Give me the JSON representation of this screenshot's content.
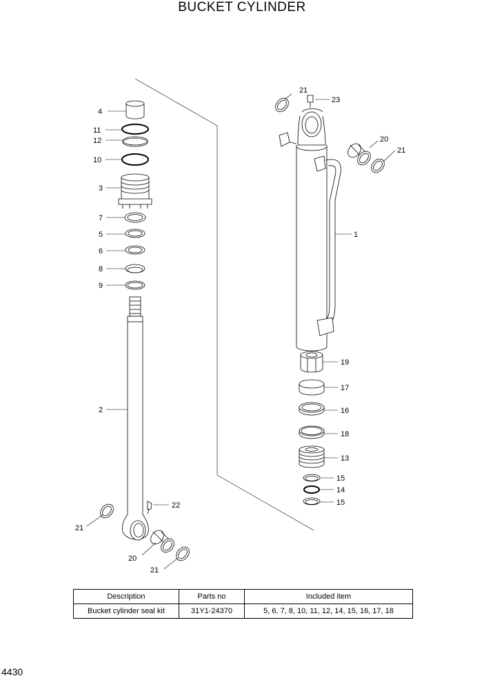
{
  "title": "BUCKET CYLINDER",
  "page_number": "4430",
  "callouts": {
    "c1": "1",
    "c2": "2",
    "c3": "3",
    "c4": "4",
    "c5": "5",
    "c6": "6",
    "c7": "7",
    "c8": "8",
    "c9": "9",
    "c10": "10",
    "c11": "11",
    "c12": "12",
    "c13": "13",
    "c14": "14",
    "c15a": "15",
    "c15b": "15",
    "c16": "16",
    "c17": "17",
    "c18": "18",
    "c19": "19",
    "c20a": "20",
    "c20b": "20",
    "c21a": "21",
    "c21b": "21",
    "c21c": "21",
    "c21d": "21",
    "c22": "22",
    "c23": "23"
  },
  "table": {
    "headers": [
      "Description",
      "Parts no",
      "Included item"
    ],
    "row": {
      "description": "Bucket cylinder seal kit",
      "part_no": "31Y1-24370",
      "included": "5, 6, 7, 8, 10, 11, 12, 14, 15, 16, 17, 18"
    }
  }
}
